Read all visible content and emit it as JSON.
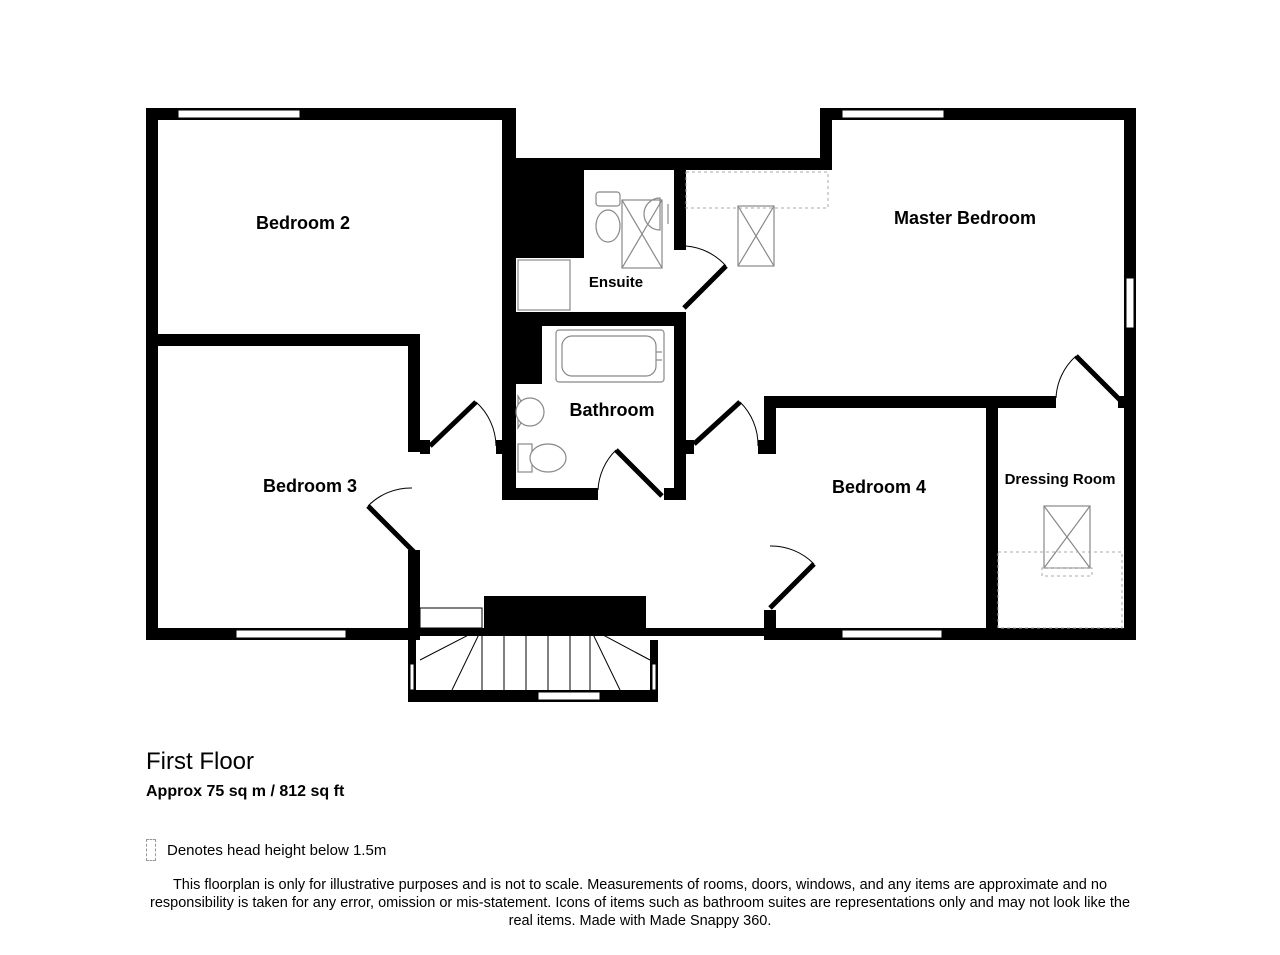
{
  "rooms": {
    "bedroom2": "Bedroom 2",
    "ensuite": "Ensuite",
    "master": "Master Bedroom",
    "bathroom": "Bathroom",
    "bedroom3": "Bedroom 3",
    "bedroom4": "Bedroom 4",
    "dressing": "Dressing Room"
  },
  "floor": {
    "title": "First Floor",
    "area": "Approx 75 sq m / 812 sq ft"
  },
  "legend": {
    "text": "Denotes head height below 1.5m"
  },
  "disclaimer": "This floorplan is only for illustrative purposes and is not to scale. Measurements of rooms, doors, windows, and any items are approximate and no responsibility is taken for any error, omission or mis-statement. Icons of items such as bathroom suites are representations only and may not look like the real items. Made with Made Snappy 360."
}
